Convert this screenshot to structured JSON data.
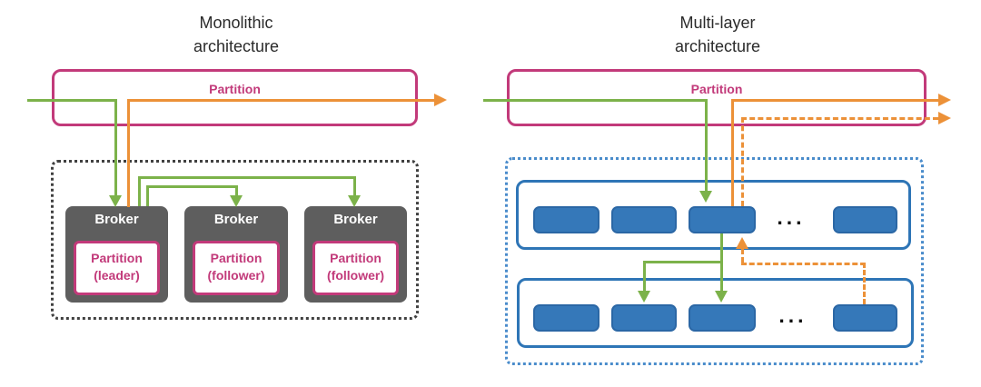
{
  "colors": {
    "pink": "#c23a7a",
    "green": "#7cb24a",
    "orange": "#ec9138",
    "broker_gray": "#5e5e5e",
    "blue": "#2e75b6",
    "cell_blue": "#3578b9",
    "dotted_dark": "#404040",
    "dotted_blue": "#4a8ccb",
    "title_text": "#2b2b2b"
  },
  "left": {
    "title_line1": "Monolithic",
    "title_line2": "architecture",
    "partition_label": "Partition",
    "brokers": [
      {
        "label": "Broker",
        "partition_line1": "Partition",
        "partition_line2": "(leader)"
      },
      {
        "label": "Broker",
        "partition_line1": "Partition",
        "partition_line2": "(follower)"
      },
      {
        "label": "Broker",
        "partition_line1": "Partition",
        "partition_line2": "(follower)"
      }
    ]
  },
  "right": {
    "title_line1": "Multi-layer",
    "title_line2": "architecture",
    "partition_label": "Partition",
    "layers": [
      {
        "ellipsis": "..."
      },
      {
        "ellipsis": "..."
      }
    ]
  }
}
